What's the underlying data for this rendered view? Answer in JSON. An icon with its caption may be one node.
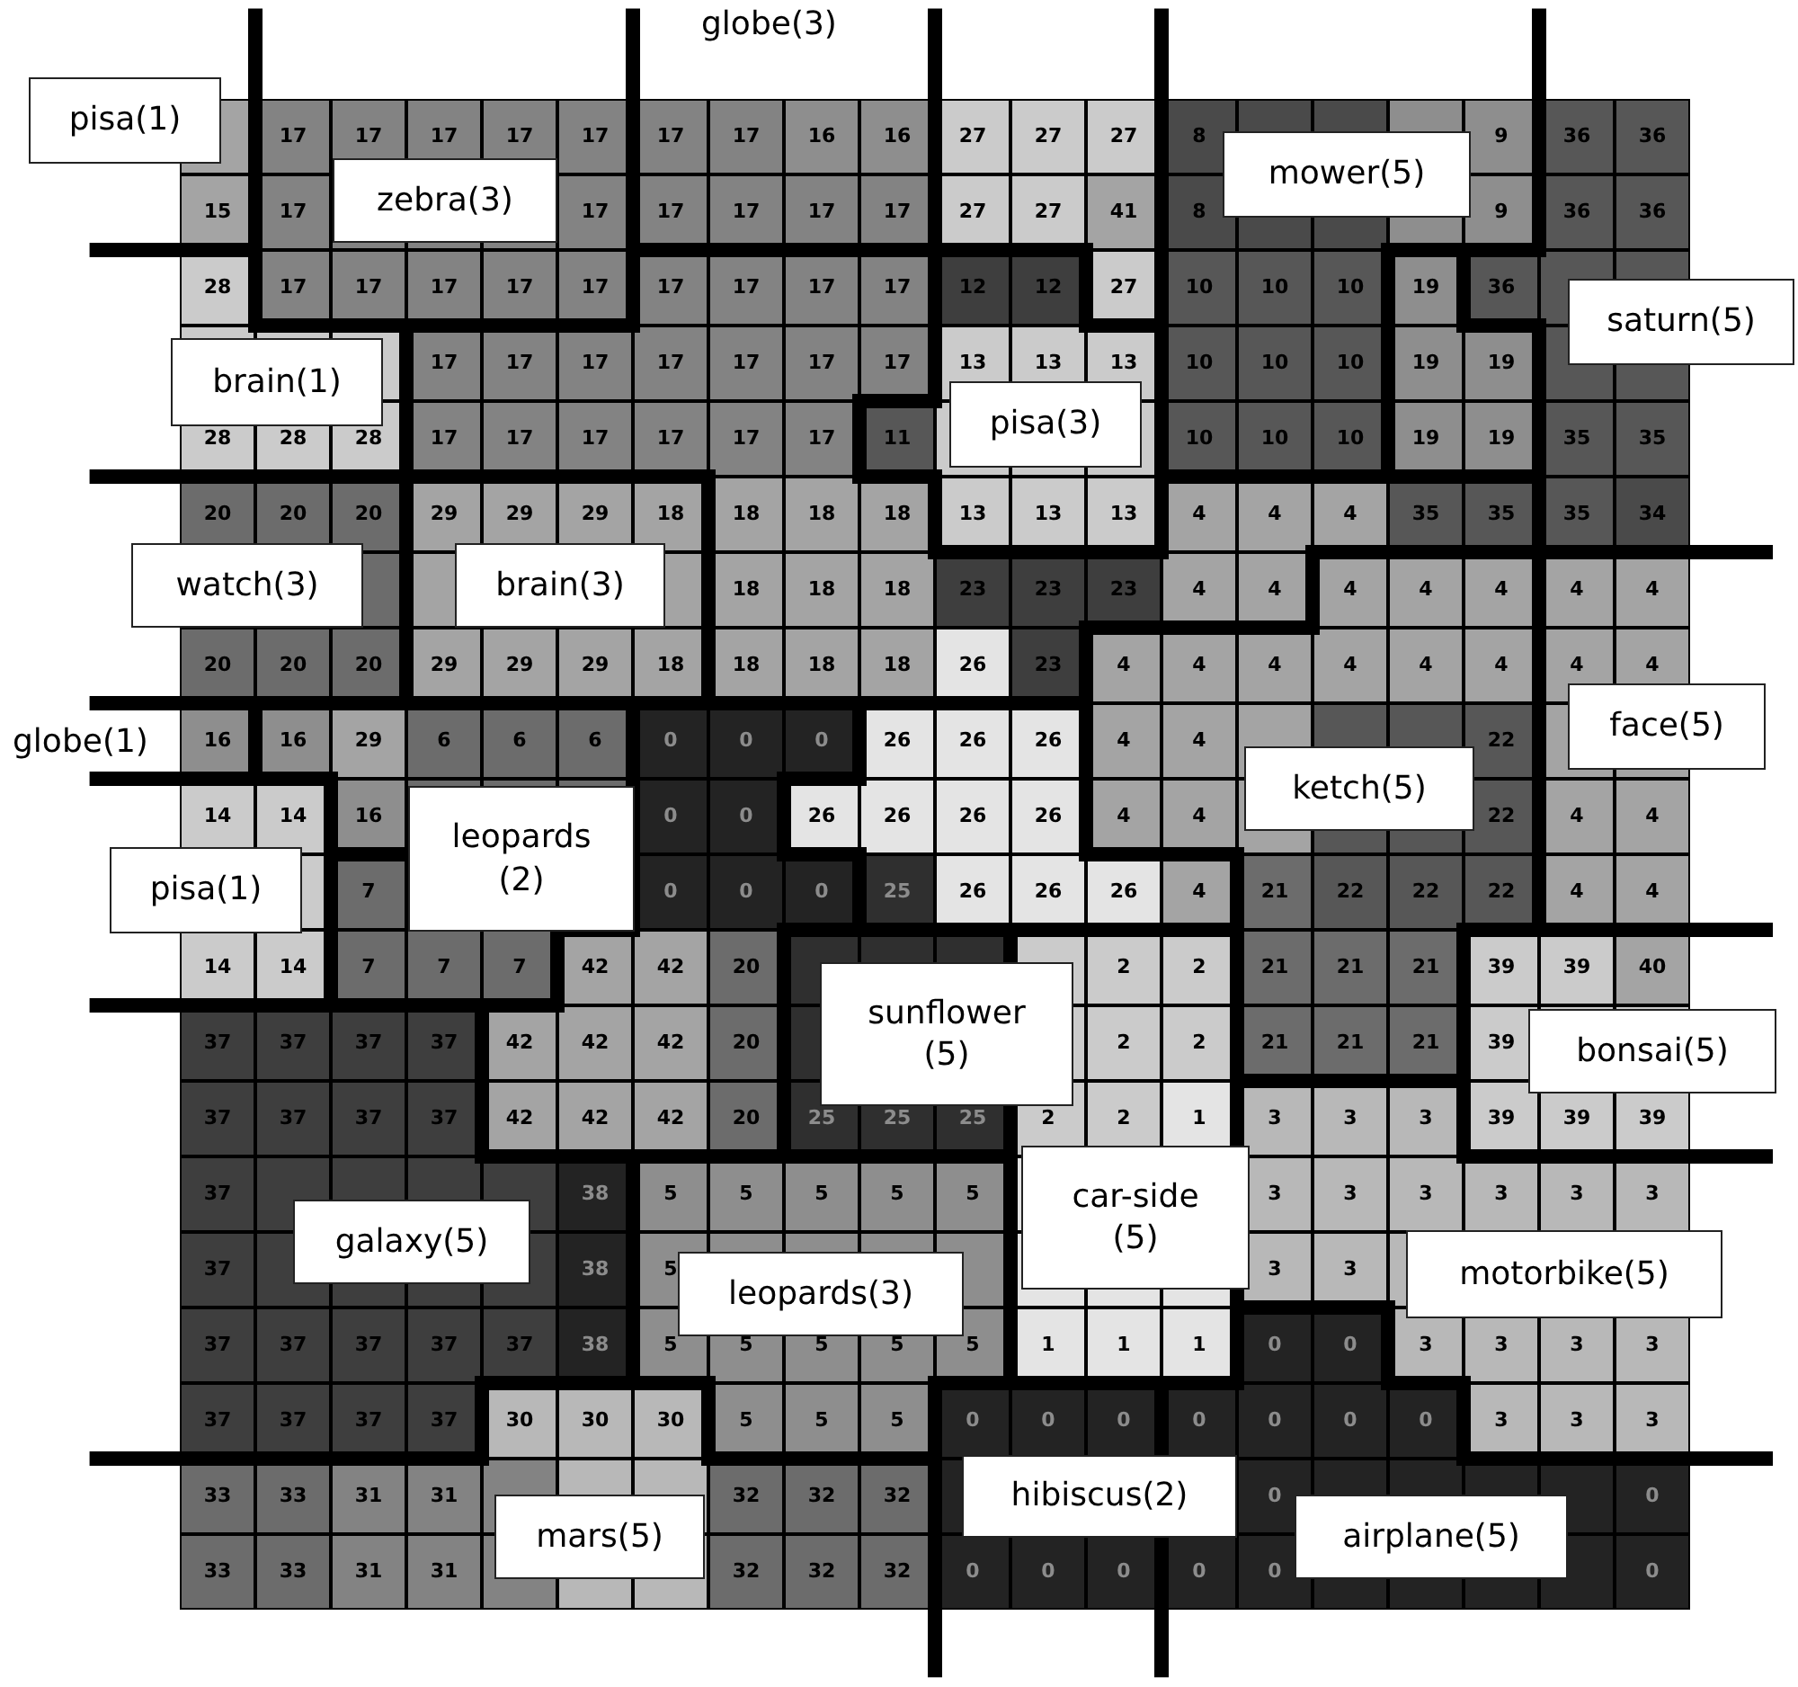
{
  "diagram": {
    "nodes": [
      {
        "text": [
          "pisa(1)"
        ]
      },
      {
        "text": [
          "zebra(3)"
        ]
      },
      {
        "text": [
          "mower(5)"
        ]
      },
      {
        "text": [
          "saturn(5)"
        ]
      },
      {
        "text": [
          "brain(1)"
        ]
      },
      {
        "text": [
          "pisa(3)"
        ]
      },
      {
        "text": [
          "watch(3)"
        ]
      },
      {
        "text": [
          "brain(3)"
        ]
      },
      {
        "text": [
          "face(5)"
        ]
      },
      {
        "text": [
          "ketch(5)"
        ]
      },
      {
        "text": [
          "leopards (2)"
        ]
      },
      {
        "text": [
          "pisa(1)"
        ]
      },
      {
        "text": [
          "sunflower (5)"
        ]
      },
      {
        "text": [
          "bonsai(5)"
        ]
      },
      {
        "text": [
          "galaxy(5)"
        ]
      },
      {
        "text": [
          "car-side (5)"
        ]
      },
      {
        "text": [
          "leopards(3)"
        ]
      },
      {
        "text": [
          "motorbike(5)"
        ]
      },
      {
        "text": [
          "hibiscus(2)"
        ]
      },
      {
        "text": [
          "mars(5)"
        ]
      },
      {
        "text": [
          "airplane(5)"
        ]
      }
    ],
    "labels": [
      "globe(3)",
      "globe(1)",
      "17",
      "17",
      "17",
      "17",
      "17",
      "17",
      "17",
      "16",
      "16",
      "27",
      "27",
      "27",
      "8",
      "9",
      "36",
      "36",
      "15",
      "17",
      "17",
      "17",
      "17",
      "17",
      "17",
      "27",
      "27",
      "41",
      "8",
      "9",
      "36",
      "36",
      "28",
      "17",
      "17",
      "17",
      "17",
      "17",
      "17",
      "17",
      "17",
      "17",
      "12",
      "12",
      "27",
      "10",
      "10",
      "10",
      "19",
      "36",
      "17",
      "17",
      "17",
      "17",
      "17",
      "17",
      "17",
      "13",
      "13",
      "13",
      "10",
      "10",
      "10",
      "19",
      "19",
      "28",
      "28",
      "28",
      "17",
      "17",
      "17",
      "17",
      "17",
      "17",
      "11",
      "10",
      "10",
      "10",
      "19",
      "19",
      "35",
      "35",
      "20",
      "20",
      "20",
      "29",
      "29",
      "29",
      "18",
      "18",
      "18",
      "18",
      "13",
      "13",
      "13",
      "4",
      "4",
      "4",
      "35",
      "35",
      "35",
      "34",
      "18",
      "18",
      "18",
      "23",
      "23",
      "23",
      "4",
      "4",
      "4",
      "4",
      "4",
      "4",
      "4",
      "20",
      "20",
      "20",
      "29",
      "29",
      "29",
      "18",
      "18",
      "18",
      "18",
      "26",
      "23",
      "4",
      "4",
      "4",
      "4",
      "4",
      "4",
      "4",
      "4",
      "16",
      "16",
      "29",
      "6",
      "6",
      "6",
      "0",
      "0",
      "0",
      "26",
      "26",
      "26",
      "4",
      "4",
      "22",
      "14",
      "14",
      "16",
      "0",
      "0",
      "26",
      "26",
      "26",
      "26",
      "4",
      "4",
      "22",
      "4",
      "4",
      "7",
      "0",
      "0",
      "0",
      "25",
      "26",
      "26",
      "26",
      "4",
      "21",
      "22",
      "22",
      "22",
      "4",
      "4",
      "14",
      "14",
      "7",
      "7",
      "7",
      "42",
      "42",
      "20",
      "2",
      "2",
      "21",
      "21",
      "21",
      "39",
      "39",
      "40",
      "37",
      "37",
      "37",
      "37",
      "42",
      "42",
      "42",
      "20",
      "2",
      "2",
      "21",
      "21",
      "21",
      "39",
      "37",
      "37",
      "37",
      "37",
      "42",
      "42",
      "42",
      "20",
      "25",
      "25",
      "25",
      "2",
      "2",
      "1",
      "3",
      "3",
      "3",
      "39",
      "39",
      "39",
      "37",
      "38",
      "5",
      "5",
      "5",
      "5",
      "5",
      "3",
      "3",
      "3",
      "3",
      "3",
      "3",
      "37",
      "38",
      "5",
      "3",
      "3",
      "37",
      "37",
      "37",
      "37",
      "37",
      "38",
      "5",
      "5",
      "5",
      "5",
      "5",
      "1",
      "1",
      "1",
      "0",
      "0",
      "3",
      "3",
      "3",
      "3",
      "37",
      "37",
      "37",
      "37",
      "30",
      "30",
      "30",
      "5",
      "5",
      "5",
      "0",
      "0",
      "0",
      "0",
      "0",
      "0",
      "0",
      "3",
      "3",
      "3",
      "33",
      "33",
      "31",
      "31",
      "32",
      "32",
      "32",
      "0",
      "0",
      "33",
      "33",
      "31",
      "31",
      "32",
      "32",
      "32",
      "0",
      "0",
      "0",
      "0",
      "0",
      "0"
    ]
  }
}
